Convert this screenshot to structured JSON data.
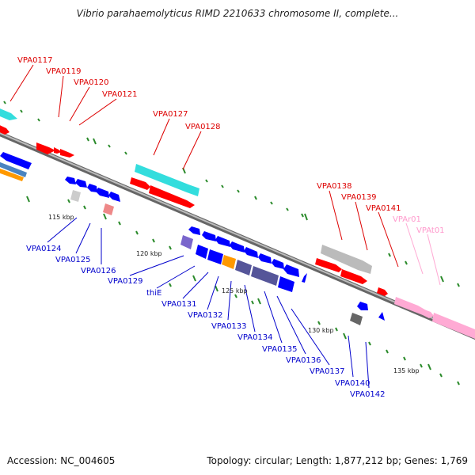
{
  "title": "Vibrio parahaemolyticus RIMD 2210633 chromosome II, complete...",
  "footer": {
    "accession": "Accession: NC_004605",
    "summary": "Topology: circular; Length: 1,877,212 bp; Genes: 1,769"
  },
  "scale_labels": [
    "115 kbp",
    "120 kbp",
    "125 kbp",
    "130 kbp",
    "135 kbp"
  ],
  "gene_labels": {
    "forward": [
      "VPA0117",
      "VPA0119",
      "VPA0120",
      "VPA0121",
      "VPA0127",
      "VPA0128",
      "VPA0138",
      "VPA0139",
      "VPA0141"
    ],
    "rna": [
      "VPAr01",
      "VPAt01"
    ],
    "reverse": [
      "VPA0124",
      "VPA0125",
      "VPA0126",
      "VPA0129",
      "thiE",
      "VPA0131",
      "VPA0132",
      "VPA0133",
      "VPA0134",
      "VPA0135",
      "VPA0136",
      "VPA0137",
      "VPA0140",
      "VPA0142"
    ]
  },
  "colors": {
    "forward_gene": "#ff0000",
    "reverse_gene": "#0000ff",
    "rna_gene": "#ffaad4",
    "cyan_gene": "#33dddd",
    "backbone": "#888888",
    "tick": "#2a8a2a"
  }
}
